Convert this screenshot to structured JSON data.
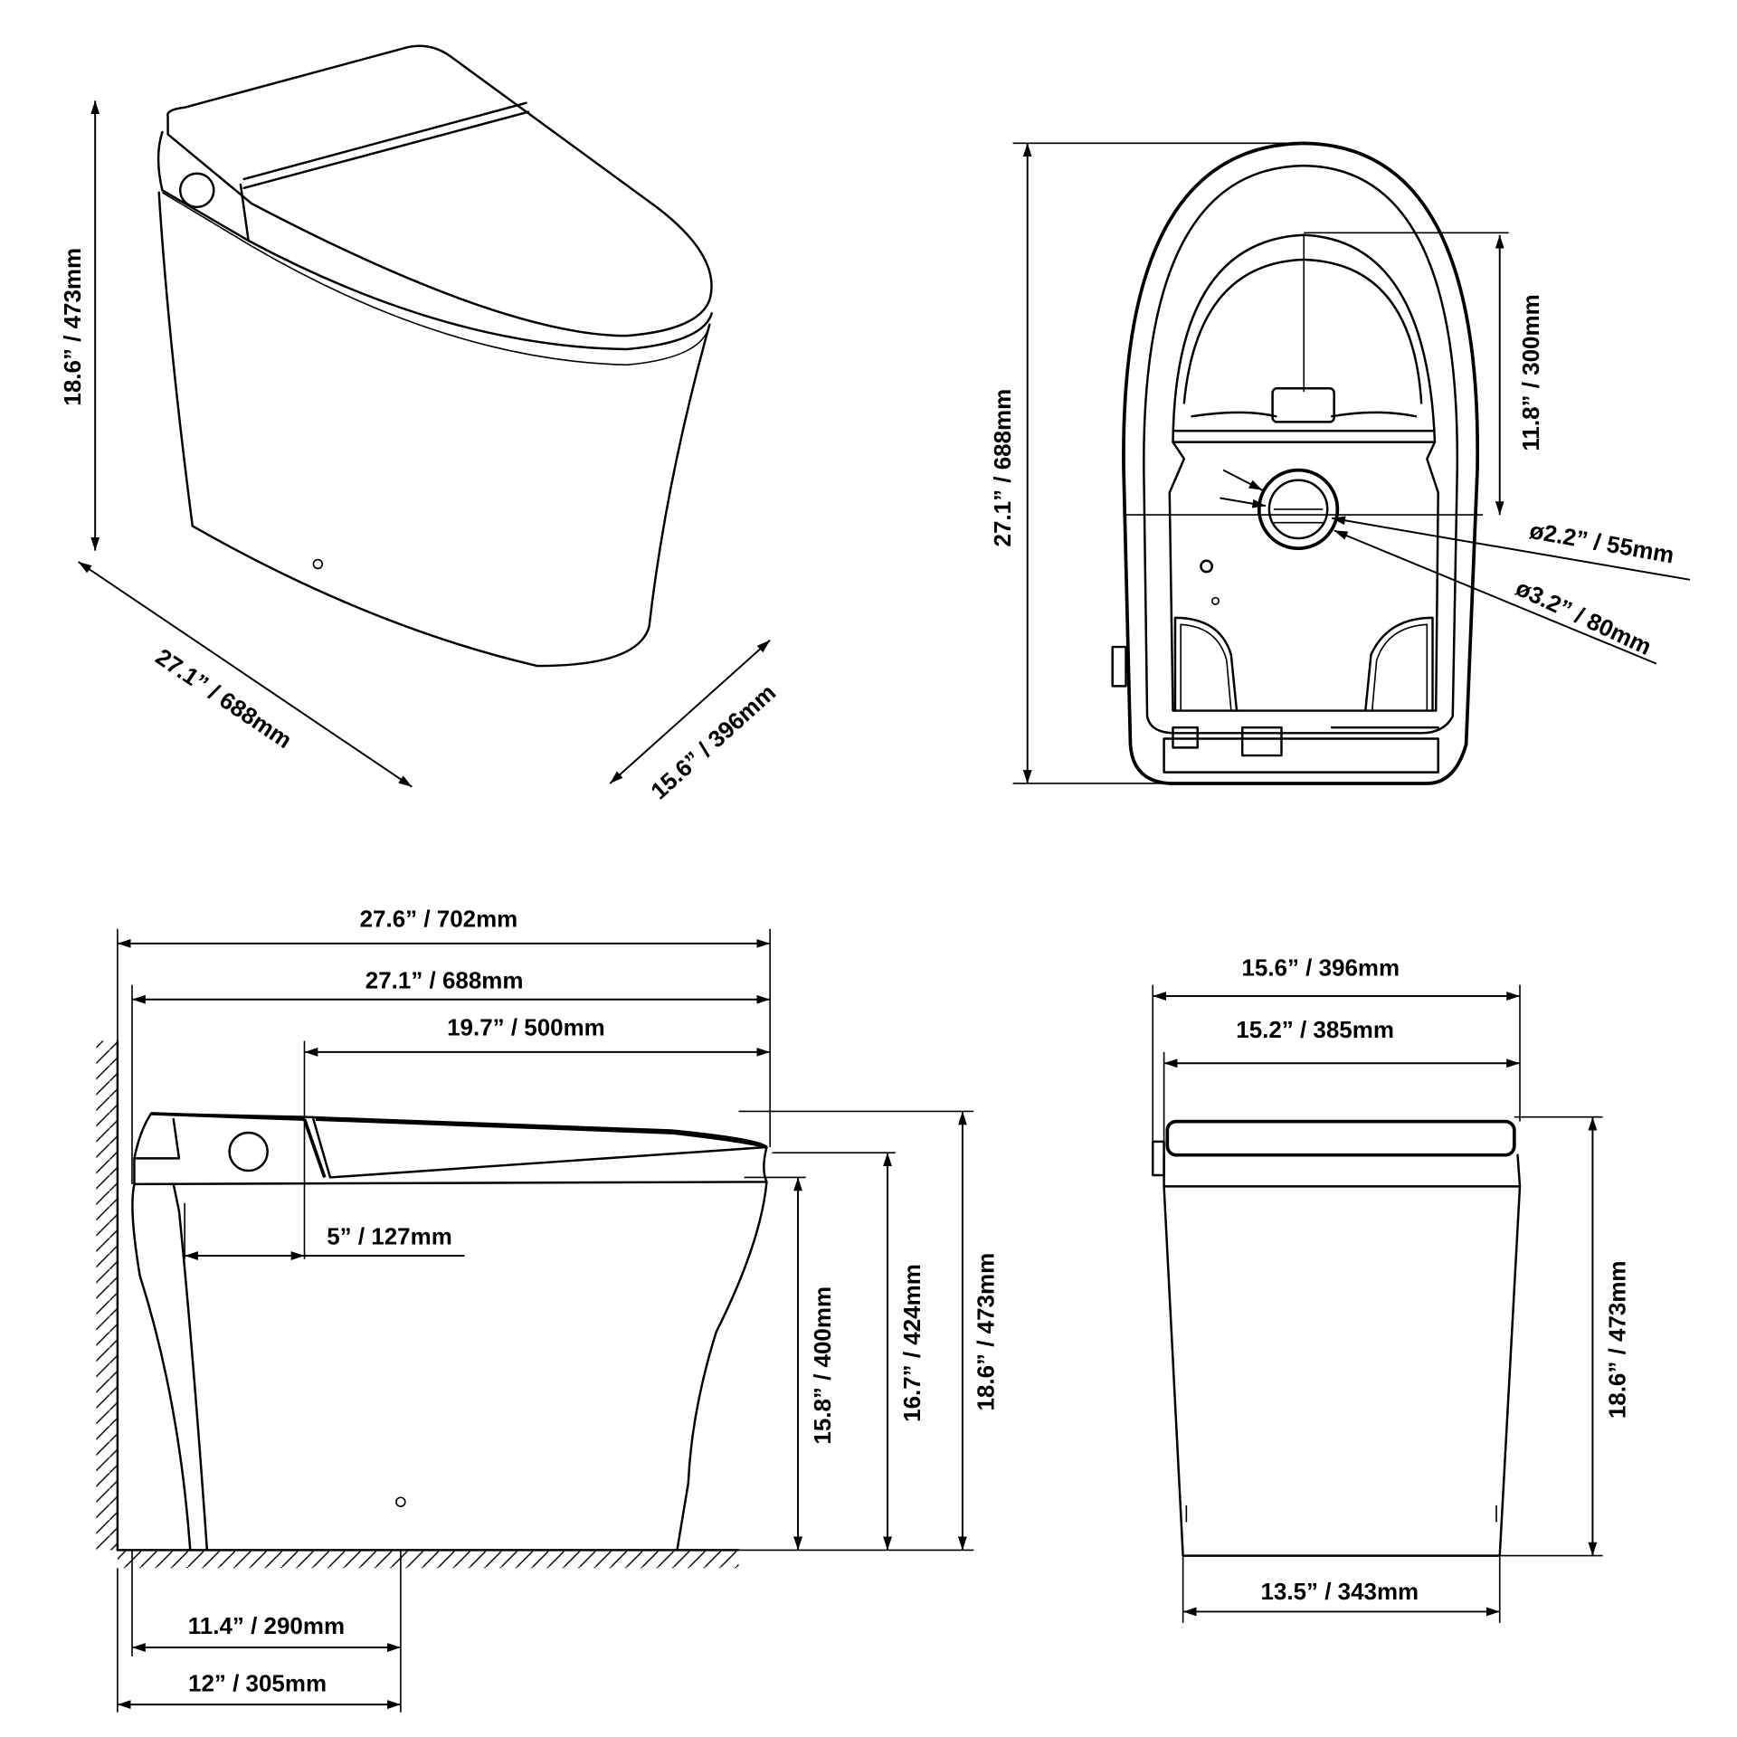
{
  "isometric_view": {
    "height": "18.6” / 473mm",
    "length": "27.1” / 688mm",
    "width": "15.6” / 396mm"
  },
  "top_view": {
    "length": "27.1” / 688mm",
    "outlet_offset": "11.8” / 300mm",
    "inner_diameter": "ø2.2” / 55mm",
    "outer_diameter": "ø3.2” / 80mm"
  },
  "side_view": {
    "overall_length": "27.6” / 702mm",
    "body_length": "27.1” / 688mm",
    "seat_length": "19.7” / 500mm",
    "tank_offset": "5” / 127mm",
    "overall_height": "18.6” / 473mm",
    "seat_height": "16.7” / 424mm",
    "rim_height": "15.8” / 400mm",
    "rough_in_min": "11.4” / 290mm",
    "rough_in_max": "12” / 305mm"
  },
  "rear_view": {
    "overall_width": "15.6” / 396mm",
    "lid_width": "15.2” / 385mm",
    "base_width": "13.5” / 343mm",
    "height": "18.6” / 473mm"
  }
}
